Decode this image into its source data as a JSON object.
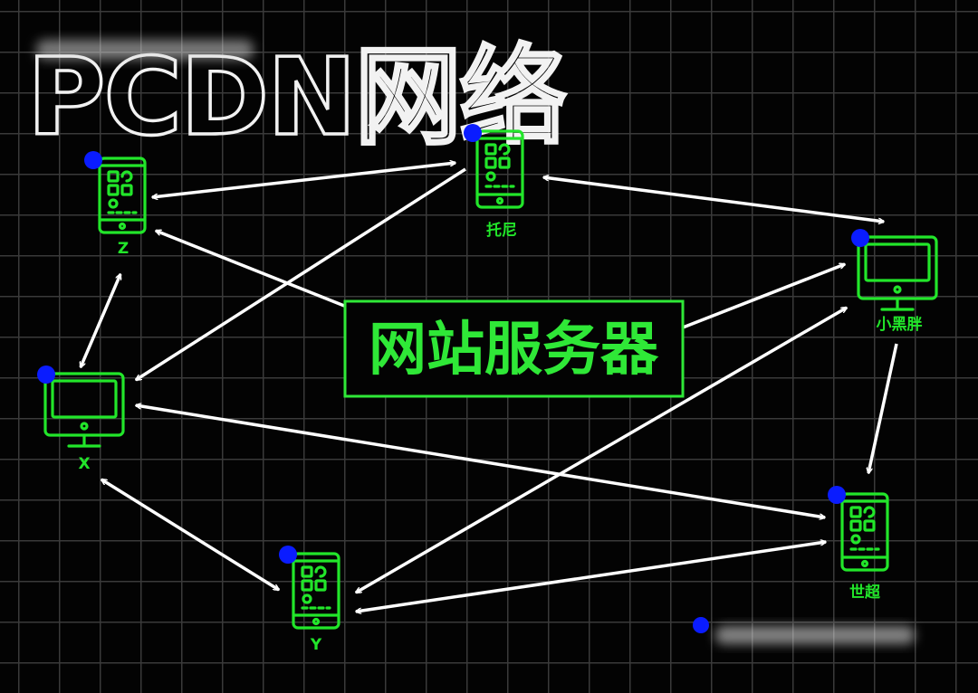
{
  "title": "PCDN网络",
  "server": {
    "label": "网站服务器"
  },
  "nodes": [
    {
      "id": "z",
      "label": "Z",
      "type": "phone"
    },
    {
      "id": "tony",
      "label": "托尼",
      "type": "phone"
    },
    {
      "id": "xiaoheipang",
      "label": "小黑胖",
      "type": "monitor"
    },
    {
      "id": "x",
      "label": "X",
      "type": "monitor"
    },
    {
      "id": "y",
      "label": "Y",
      "type": "phone"
    },
    {
      "id": "shichao",
      "label": "世超",
      "type": "phone"
    }
  ],
  "edges": [
    {
      "from": "z",
      "to": "tony",
      "direction": "both"
    },
    {
      "from": "tony",
      "to": "xiaoheipang",
      "direction": "both"
    },
    {
      "from": "z",
      "to": "x",
      "direction": "both"
    },
    {
      "from": "tony",
      "to": "x",
      "direction": "to"
    },
    {
      "from": "server",
      "to": "z",
      "direction": "to"
    },
    {
      "from": "server",
      "to": "xiaoheipang",
      "direction": "to"
    },
    {
      "from": "xiaoheipang",
      "to": "shichao",
      "direction": "to"
    },
    {
      "from": "x",
      "to": "shichao",
      "direction": "both"
    },
    {
      "from": "x",
      "to": "y",
      "direction": "both"
    },
    {
      "from": "xiaoheipang",
      "to": "y",
      "direction": "both"
    },
    {
      "from": "y",
      "to": "shichao",
      "direction": "both"
    }
  ],
  "colors": {
    "background": "#030303",
    "grid": "#3a3a3a",
    "device": "#22e62a",
    "arrow": "#ffffff",
    "marker": "#0a1cff"
  },
  "icons": {
    "phone": "smartphone-icon",
    "monitor": "desktop-monitor-icon"
  }
}
